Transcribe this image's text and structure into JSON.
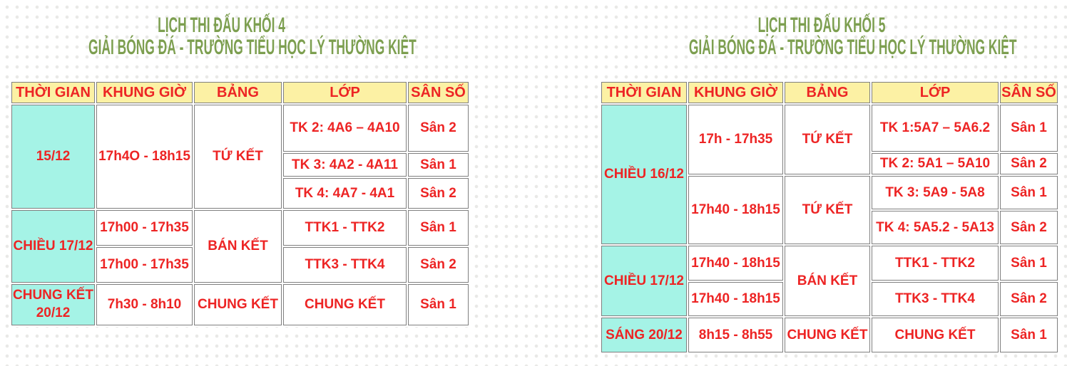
{
  "colors": {
    "title_green": "#7d9f50",
    "text_red": "#ed2424",
    "header_bg_yellow": "#fcf1a4",
    "date_bg_teal": "#a5f3e6",
    "border_gray": "#7f7f7f",
    "page_dot_gray": "#e9e9e7"
  },
  "t4": {
    "title1": "LỊCH THI ĐẤU KHỐI 4",
    "title2": "GIẢI BÓNG ĐÁ - TRƯỜNG TIỂU HỌC LÝ THƯỜNG KIỆT",
    "headers": [
      "THỜI GIAN",
      "KHUNG GIỜ",
      "BẢNG",
      "LỚP",
      "SÂN SỐ"
    ],
    "g1": {
      "date": "15/12",
      "time": "17h4O - 18h15",
      "stage": "TỨ KẾT",
      "m1": [
        "TK 2: 4A6 – 4A10",
        "Sân 2"
      ],
      "m2": [
        "TK 3: 4A2 - 4A11",
        "Sân 1"
      ],
      "m3": [
        "TK 4: 4A7 - 4A1",
        "Sân 2"
      ]
    },
    "g2": {
      "date": "CHIỀU 17/12",
      "stage": "BÁN KẾT",
      "m1": [
        "17h00 - 17h35",
        "TTK1 - TTK2",
        "Sân 1"
      ],
      "m2": [
        "17h00 - 17h35",
        "TTK3 - TTK4",
        "Sân 2"
      ]
    },
    "g3": {
      "date": "CHUNG KẾT 20/12",
      "time": "7h30 - 8h10",
      "stage": "CHUNG KẾT",
      "match": "CHUNG KẾT",
      "field": "Sân 1"
    }
  },
  "t5": {
    "title1": "LỊCH THI ĐẤU KHỐI 5",
    "title2": "GIẢI BÓNG ĐÁ - TRƯỜNG TIỂU HỌC LÝ THƯỜNG KIỆT",
    "headers": [
      "THỜI GIAN",
      "KHUNG GIỜ",
      "BẢNG",
      "LỚP",
      "SÂN SỐ"
    ],
    "g1": {
      "date": "CHIỀU 16/12",
      "s1": {
        "time": "17h - 17h35",
        "stage": "TỨ KẾT",
        "m1": [
          "TK 1:5A7 – 5A6.2",
          "Sân 1"
        ],
        "m2": [
          "TK 2: 5A1 – 5A10",
          "Sân 2"
        ]
      },
      "s2": {
        "time": "17h40 - 18h15",
        "stage": "TỨ KẾT",
        "m1": [
          "TK 3: 5A9 - 5A8",
          "Sân 1"
        ],
        "m2": [
          "TK 4: 5A5.2 - 5A13",
          "Sân 2"
        ]
      }
    },
    "g2": {
      "date": "CHIỀU 17/12",
      "stage": "BÁN KẾT",
      "m1": [
        "17h40 - 18h15",
        "TTK1 - TTK2",
        "Sân 1"
      ],
      "m2": [
        "17h40 - 18h15",
        "TTK3 - TTK4",
        "Sân 2"
      ]
    },
    "g3": {
      "date": "SÁNG 20/12",
      "time": "8h15 - 8h55",
      "stage": "CHUNG KẾT",
      "match": "CHUNG KẾT",
      "field": "Sân 1"
    }
  }
}
